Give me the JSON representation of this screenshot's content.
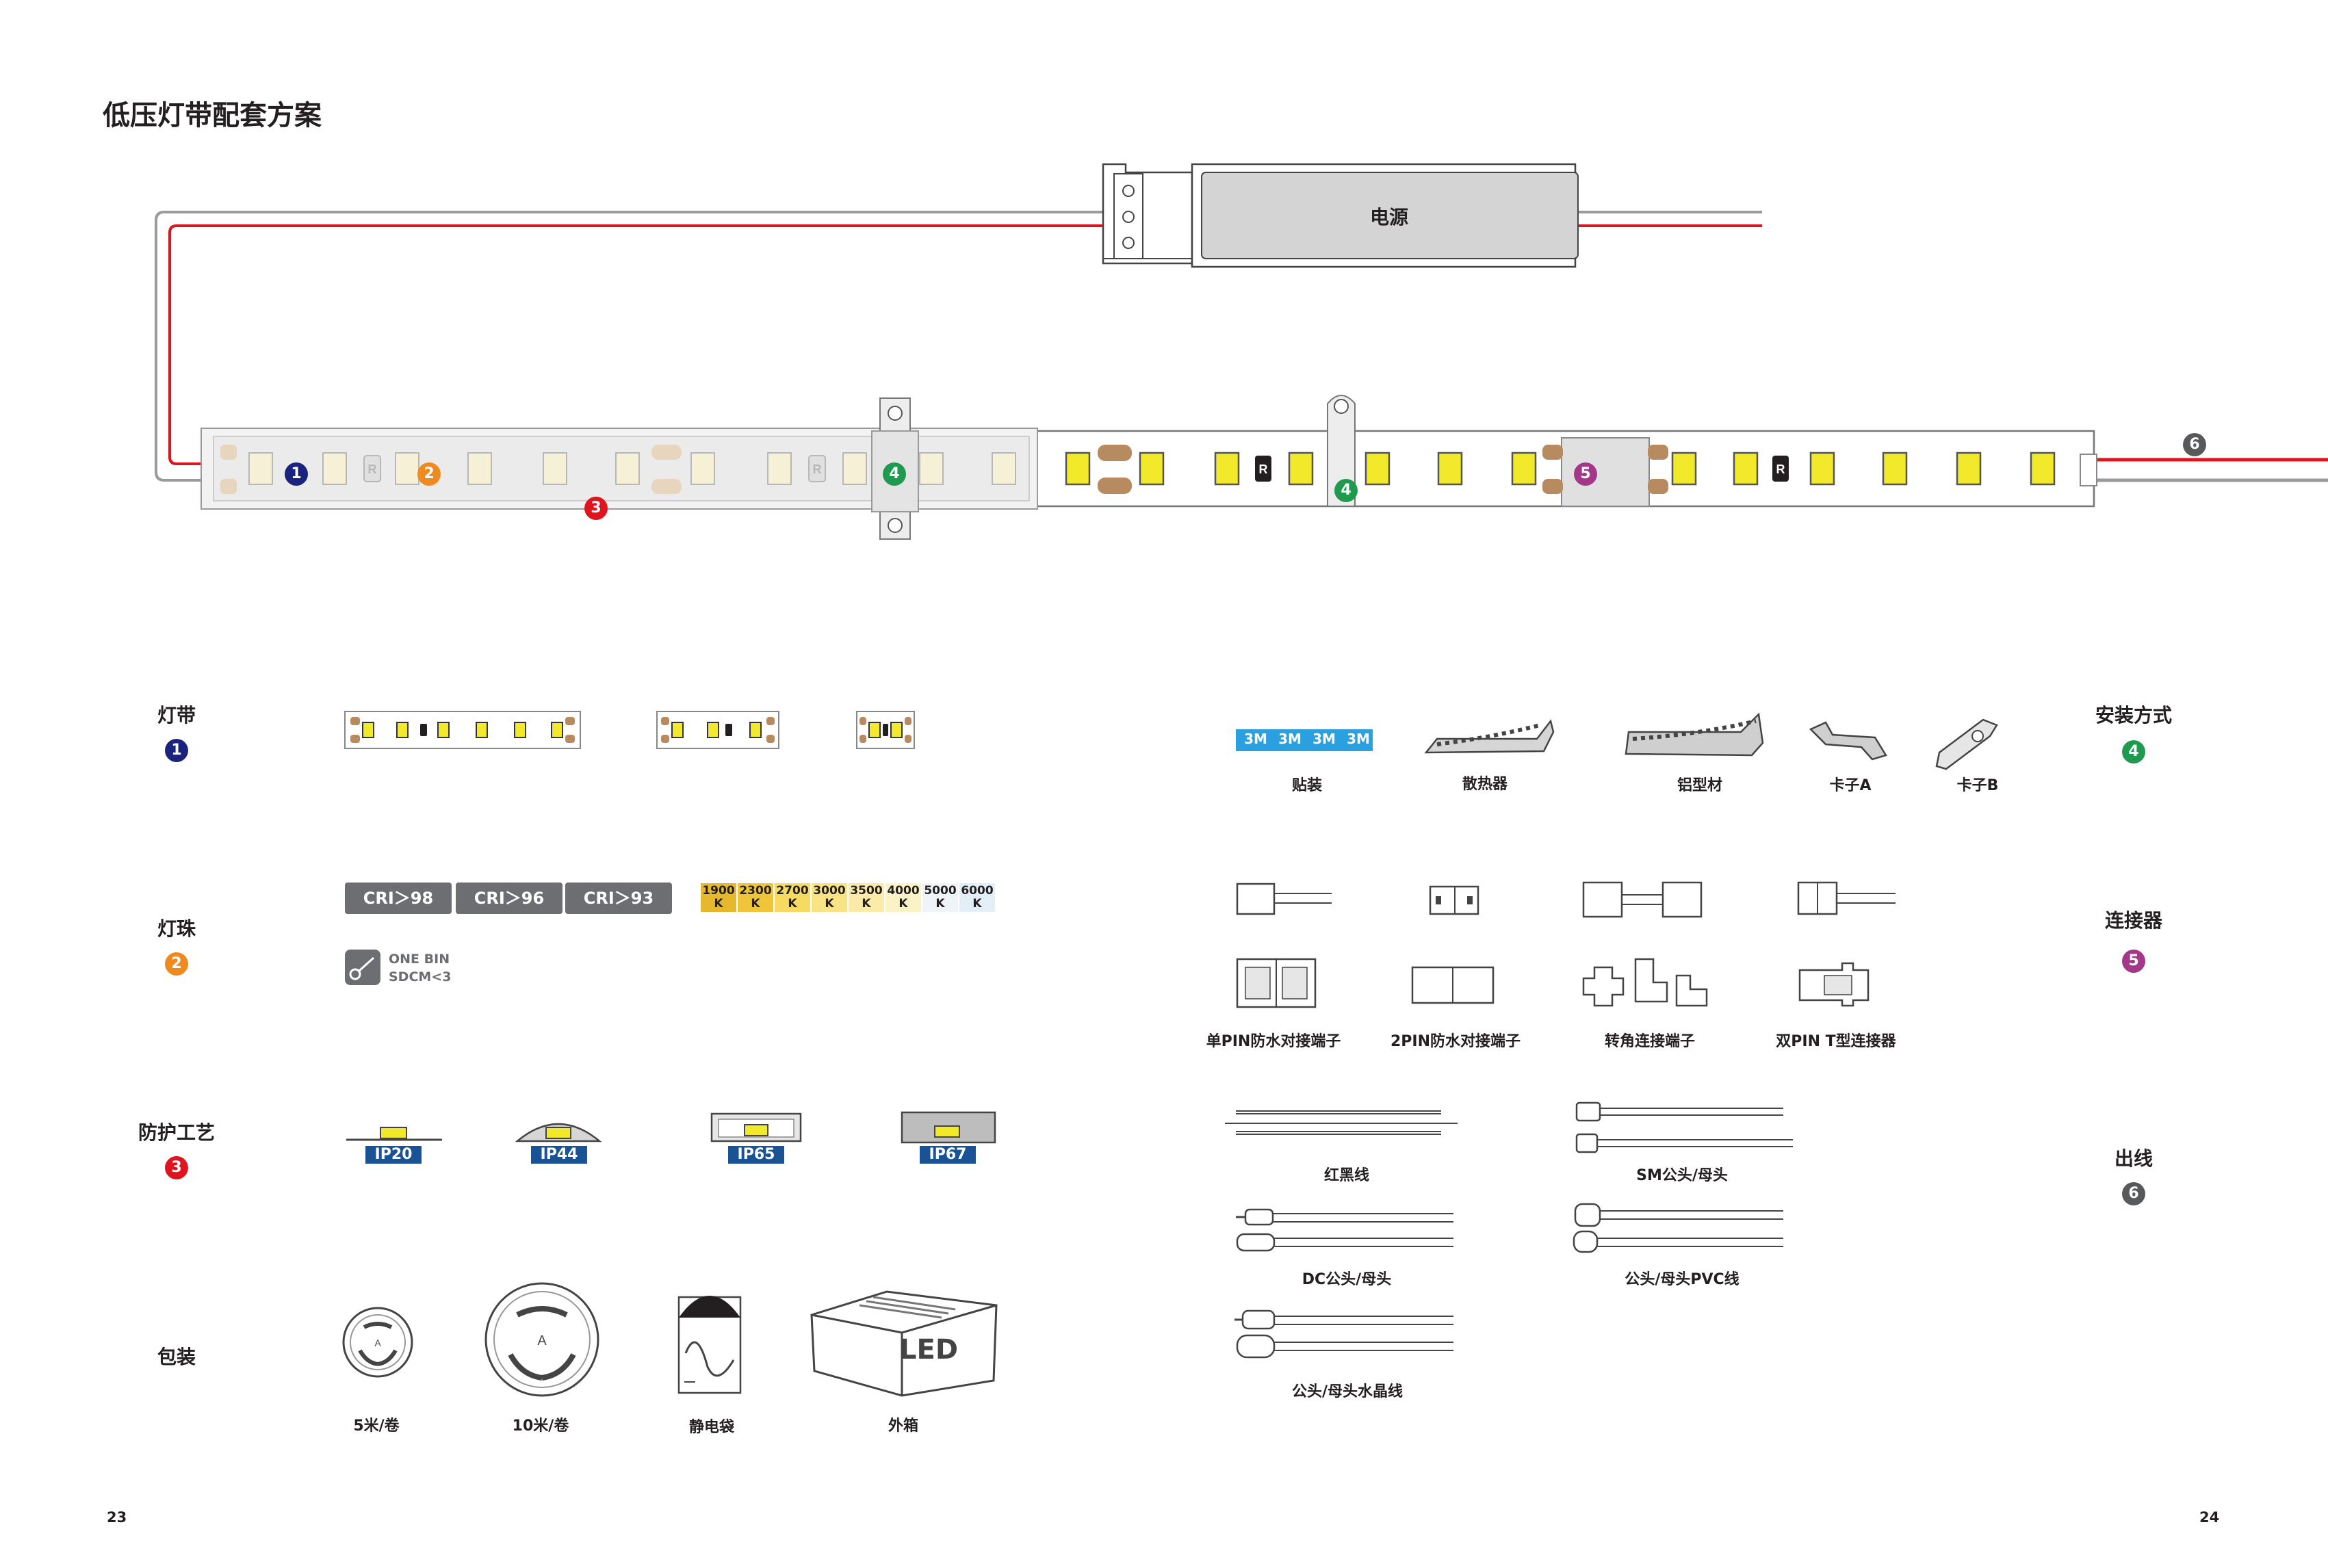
{
  "page": {
    "title": "低压灯带配套方案",
    "left_page_number": "23",
    "right_page_number": "24"
  },
  "diagram": {
    "power_supply_label": "电源",
    "callouts": [
      "1",
      "2",
      "3",
      "4",
      "4",
      "5",
      "6"
    ],
    "colors": {
      "badge_1": "#1a237e",
      "badge_2": "#ef8b1e",
      "badge_3": "#e0141e",
      "badge_4": "#1f9a4e",
      "badge_5": "#a3378a",
      "badge_6": "#58595b",
      "wire_red": "#e0141e",
      "wire_grey": "#9a9a9a"
    }
  },
  "sections": {
    "strip": {
      "label": "灯带",
      "badge": "1"
    },
    "bead": {
      "label": "灯珠",
      "badge": "2",
      "cri_chips": [
        "CRI＞98",
        "CRI＞96",
        "CRI＞93"
      ],
      "cct": [
        {
          "value": "1900",
          "unit": "K",
          "color": "#e6b82e"
        },
        {
          "value": "2300",
          "unit": "K",
          "color": "#efc53a"
        },
        {
          "value": "2700",
          "unit": "K",
          "color": "#f6da62"
        },
        {
          "value": "3000",
          "unit": "K",
          "color": "#f8e484"
        },
        {
          "value": "3500",
          "unit": "K",
          "color": "#faeca8"
        },
        {
          "value": "4000",
          "unit": "K",
          "color": "#fbf3c8"
        },
        {
          "value": "5000",
          "unit": "K",
          "color": "#eef4f8"
        },
        {
          "value": "6000",
          "unit": "K",
          "color": "#e3eef7"
        }
      ],
      "bin_line1": "ONE BIN",
      "bin_line2": "SDCM<3"
    },
    "protection": {
      "label": "防护工艺",
      "badge": "3",
      "levels": [
        "IP20",
        "IP44",
        "IP65",
        "IP67"
      ]
    },
    "packaging": {
      "label": "包装",
      "items": [
        "5米/卷",
        "10米/卷",
        "静电袋",
        "外箱"
      ],
      "box_text": "LED"
    },
    "mounting": {
      "label": "安装方式",
      "badge": "4",
      "items": [
        "贴装",
        "散热器",
        "铝型材",
        "卡子A",
        "卡子B"
      ],
      "tape_text": "3M"
    },
    "connector": {
      "label": "连接器",
      "badge": "5",
      "items": [
        "单PIN防水对接端子",
        "2PIN防水对接端子",
        "转角连接端子",
        "双PIN T型连接器"
      ]
    },
    "output": {
      "label": "出线",
      "badge": "6",
      "items": [
        "红黑线",
        "SM公头/母头",
        "DC公头/母头",
        "公头/母头PVC线",
        "公头/母头水晶线"
      ]
    }
  }
}
